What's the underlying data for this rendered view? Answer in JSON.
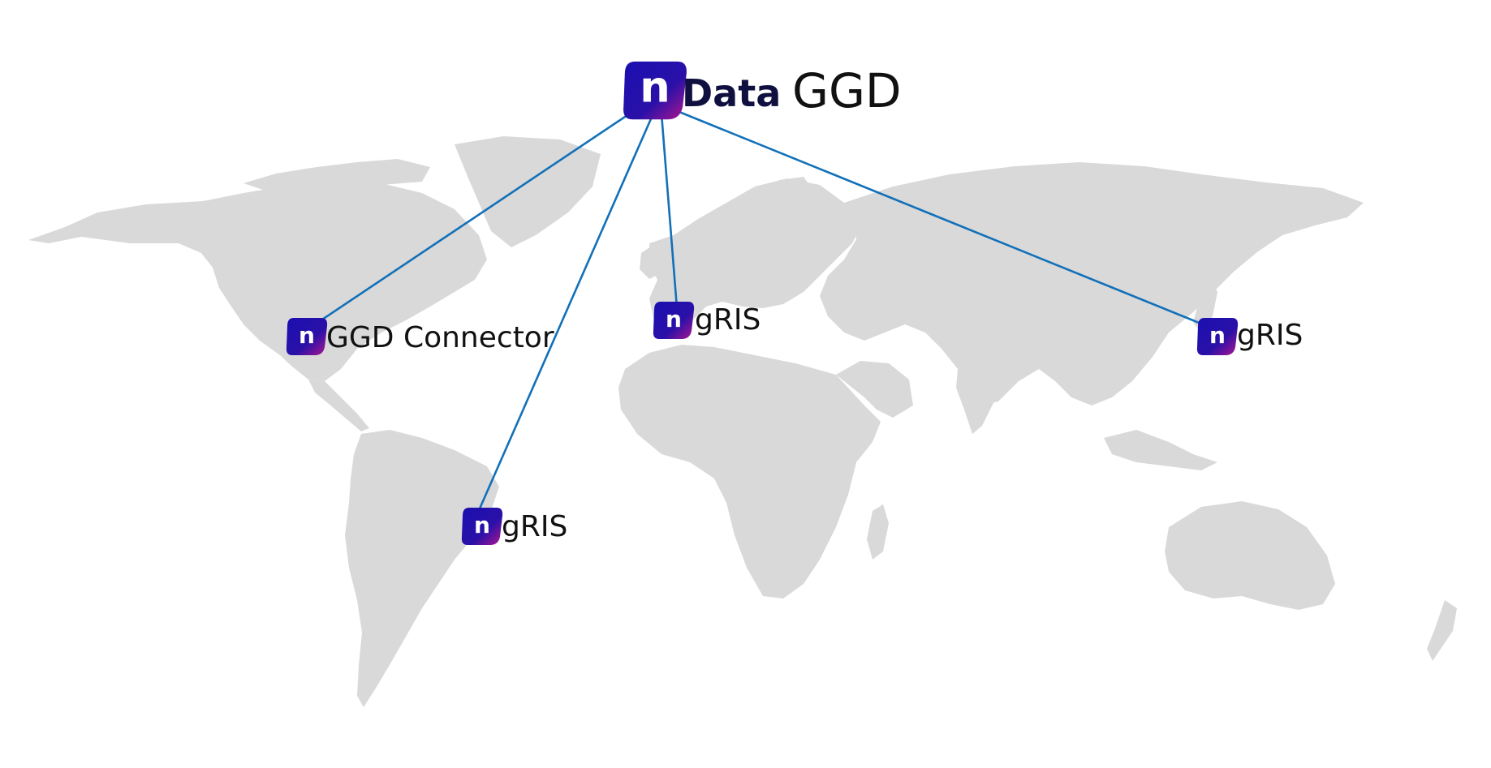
{
  "brand": {
    "logo_letter": "n",
    "wordmark": "Data",
    "product": "GGD",
    "colors": {
      "badge_start": "#1a0fb0",
      "badge_end": "#b0178f",
      "wordmark": "#0f1040",
      "link": "#1270b8",
      "land": "#d9d9d9"
    }
  },
  "nodes": [
    {
      "id": "north-america",
      "label": "GGD Connector"
    },
    {
      "id": "europe",
      "label": "gRIS"
    },
    {
      "id": "south-america",
      "label": "gRIS"
    },
    {
      "id": "east-asia",
      "label": "gRIS"
    }
  ]
}
